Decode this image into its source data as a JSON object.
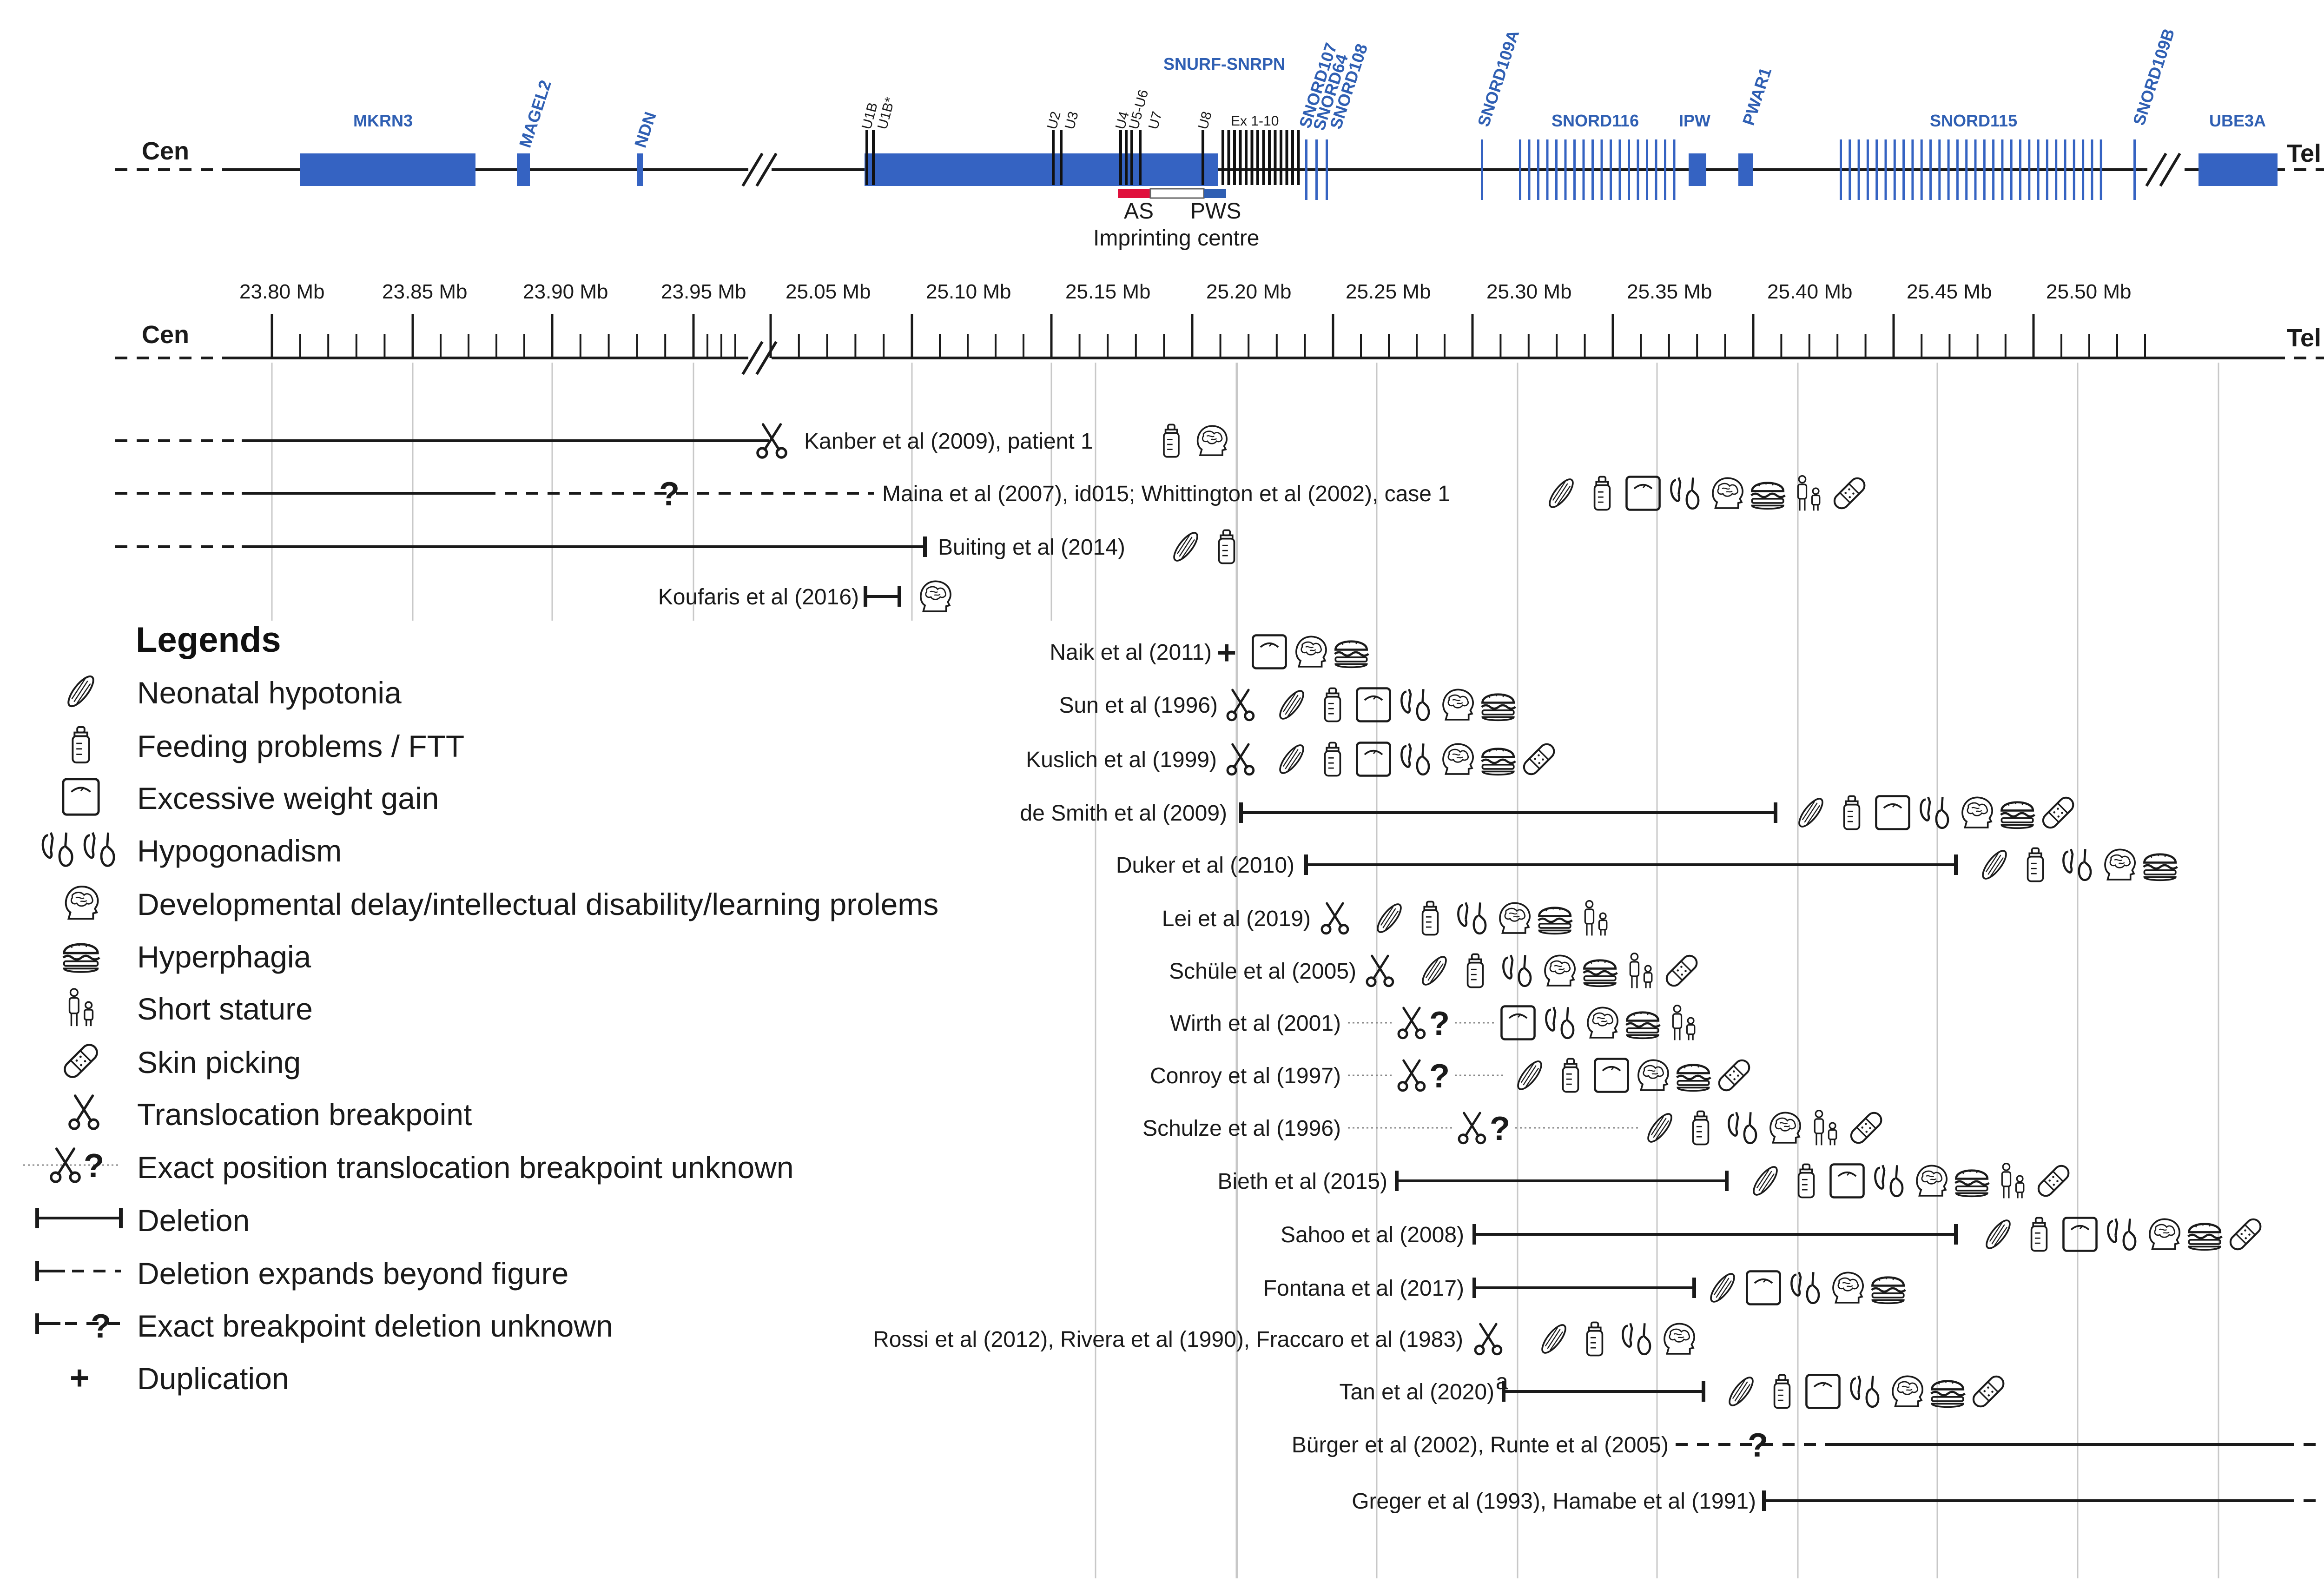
{
  "colors": {
    "gene": "#3563c2",
    "as_region": "#e0103c",
    "pws_region": "#2f5fb3",
    "line": "#1a1a1a",
    "grid": "#c8c8c8"
  },
  "chromosome": {
    "cen_label": "Cen",
    "tel_label": "Tel",
    "genes": {
      "mkrn3": "MKRN3",
      "magel2": "MAGEL2",
      "ndn": "NDN",
      "snurf_snrpn": "SNURF-SNRPN",
      "snord107": "SNORD107",
      "snord64": "SNORD64",
      "snord108": "SNORD108",
      "snord109a": "SNORD109A",
      "snord116": "SNORD116",
      "ipw": "IPW",
      "pwar1": "PWAR1",
      "snord115": "SNORD115",
      "snord109b": "SNORD109B",
      "ube3a": "UBE3A"
    },
    "exon_labels": {
      "u1b": "U1B",
      "u1b_star": "U1B*",
      "u2": "U2",
      "u3": "U3",
      "u4": "U4",
      "u5_u6": "U5-U6",
      "u7": "U7",
      "u8": "U8",
      "ex1_10": "Ex 1-10"
    },
    "imprinting": {
      "as_label": "AS",
      "pws_label": "PWS",
      "centre_label": "Imprinting centre"
    }
  },
  "scale": {
    "cen_label": "Cen",
    "tel_label": "Tel",
    "ticks": [
      "23.80 Mb",
      "23.85 Mb",
      "23.90 Mb",
      "23.95 Mb",
      "25.05 Mb",
      "25.10 Mb",
      "25.15 Mb",
      "25.20 Mb",
      "25.25 Mb",
      "25.30 Mb",
      "25.35 Mb",
      "25.40 Mb",
      "25.45 Mb",
      "25.50 Mb"
    ]
  },
  "studies": [
    {
      "label": "Kanber et al (2009), patient 1",
      "phenotypes": [
        "feeding-problems",
        "developmental-delay"
      ]
    },
    {
      "label": "Maina et al (2007), id015; Whittington et al (2002), case 1",
      "phenotypes": [
        "neonatal-hypotonia",
        "feeding-problems",
        "excessive-weight-gain",
        "hypogonadism",
        "developmental-delay",
        "hyperphagia",
        "short-stature",
        "skin-picking"
      ]
    },
    {
      "label": "Buiting et al (2014)",
      "phenotypes": [
        "neonatal-hypotonia",
        "feeding-problems"
      ]
    },
    {
      "label": "Koufaris et al (2016)",
      "phenotypes": [
        "developmental-delay"
      ]
    },
    {
      "label": "Naik et al (2011)",
      "phenotypes": [
        "excessive-weight-gain",
        "developmental-delay",
        "hyperphagia"
      ]
    },
    {
      "label": "Sun et al (1996)",
      "phenotypes": [
        "neonatal-hypotonia",
        "feeding-problems",
        "excessive-weight-gain",
        "hypogonadism",
        "developmental-delay",
        "hyperphagia"
      ]
    },
    {
      "label": "Kuslich et al (1999)",
      "phenotypes": [
        "neonatal-hypotonia",
        "feeding-problems",
        "excessive-weight-gain",
        "hypogonadism",
        "developmental-delay",
        "hyperphagia",
        "skin-picking"
      ]
    },
    {
      "label": "de Smith et al (2009)",
      "phenotypes": [
        "neonatal-hypotonia",
        "feeding-problems",
        "excessive-weight-gain",
        "hypogonadism",
        "developmental-delay",
        "hyperphagia",
        "skin-picking"
      ]
    },
    {
      "label": "Duker et al (2010)",
      "phenotypes": [
        "neonatal-hypotonia",
        "feeding-problems",
        "hypogonadism",
        "developmental-delay",
        "hyperphagia"
      ]
    },
    {
      "label": "Lei et al (2019)",
      "phenotypes": [
        "neonatal-hypotonia",
        "feeding-problems",
        "hypogonadism",
        "developmental-delay",
        "hyperphagia",
        "short-stature"
      ]
    },
    {
      "label": "Schüle et al (2005)",
      "phenotypes": [
        "neonatal-hypotonia",
        "feeding-problems",
        "hypogonadism",
        "developmental-delay",
        "hyperphagia",
        "short-stature",
        "skin-picking"
      ]
    },
    {
      "label": "Wirth et al (2001)",
      "phenotypes": [
        "excessive-weight-gain",
        "hypogonadism",
        "developmental-delay",
        "hyperphagia",
        "short-stature"
      ]
    },
    {
      "label": "Conroy et al (1997)",
      "phenotypes": [
        "neonatal-hypotonia",
        "feeding-problems",
        "excessive-weight-gain",
        "developmental-delay",
        "hyperphagia",
        "skin-picking"
      ]
    },
    {
      "label": "Schulze et al (1996)",
      "phenotypes": [
        "neonatal-hypotonia",
        "feeding-problems",
        "hypogonadism",
        "developmental-delay",
        "short-stature",
        "skin-picking"
      ]
    },
    {
      "label": "Bieth et al (2015)",
      "phenotypes": [
        "neonatal-hypotonia",
        "feeding-problems",
        "excessive-weight-gain",
        "hypogonadism",
        "developmental-delay",
        "hyperphagia",
        "short-stature",
        "skin-picking"
      ]
    },
    {
      "label": "Sahoo et al (2008)",
      "phenotypes": [
        "neonatal-hypotonia",
        "feeding-problems",
        "excessive-weight-gain",
        "hypogonadism",
        "developmental-delay",
        "hyperphagia",
        "skin-picking"
      ]
    },
    {
      "label": "Fontana et al (2017)",
      "phenotypes": [
        "neonatal-hypotonia",
        "excessive-weight-gain",
        "hypogonadism",
        "developmental-delay",
        "hyperphagia"
      ]
    },
    {
      "label": "Rossi et al (2012), Rivera et al (1990), Fraccaro et al (1983)",
      "phenotypes": [
        "neonatal-hypotonia",
        "feeding-problems",
        "hypogonadism",
        "developmental-delay"
      ]
    },
    {
      "label": "Tan et al (2020)",
      "superscript": "a",
      "phenotypes": [
        "neonatal-hypotonia",
        "feeding-problems",
        "excessive-weight-gain",
        "hypogonadism",
        "developmental-delay",
        "hyperphagia",
        "skin-picking"
      ]
    },
    {
      "label": "Bürger et al (2002), Runte et al (2005)",
      "phenotypes": []
    },
    {
      "label": "Greger et al (1993), Hamabe et al (1991)",
      "phenotypes": []
    }
  ],
  "legend": {
    "title": "Legends",
    "items": [
      {
        "icon": "neonatal-hypotonia-icon",
        "label": "Neonatal hypotonia"
      },
      {
        "icon": "feeding-problems-icon",
        "label": "Feeding problems / FTT"
      },
      {
        "icon": "excessive-weight-gain-icon",
        "label": "Excessive weight gain"
      },
      {
        "icon": "hypogonadism-icon",
        "label": "Hypogonadism"
      },
      {
        "icon": "developmental-delay-icon",
        "label": "Developmental delay/intellectual disability/learning prolems"
      },
      {
        "icon": "hyperphagia-icon",
        "label": "Hyperphagia"
      },
      {
        "icon": "short-stature-icon",
        "label": "Short stature"
      },
      {
        "icon": "skin-picking-icon",
        "label": "Skin picking"
      },
      {
        "icon": "scissors-icon",
        "label": "Translocation breakpoint"
      },
      {
        "icon": "scissors-question-icon",
        "label": "Exact position translocation breakpoint unknown"
      },
      {
        "icon": "deletion-bar-icon",
        "label": "Deletion"
      },
      {
        "icon": "deletion-open-icon",
        "label": "Deletion expands beyond figure"
      },
      {
        "icon": "deletion-unknown-icon",
        "label": "Exact breakpoint deletion unknown"
      },
      {
        "icon": "plus-icon",
        "label": "Duplication"
      }
    ]
  }
}
